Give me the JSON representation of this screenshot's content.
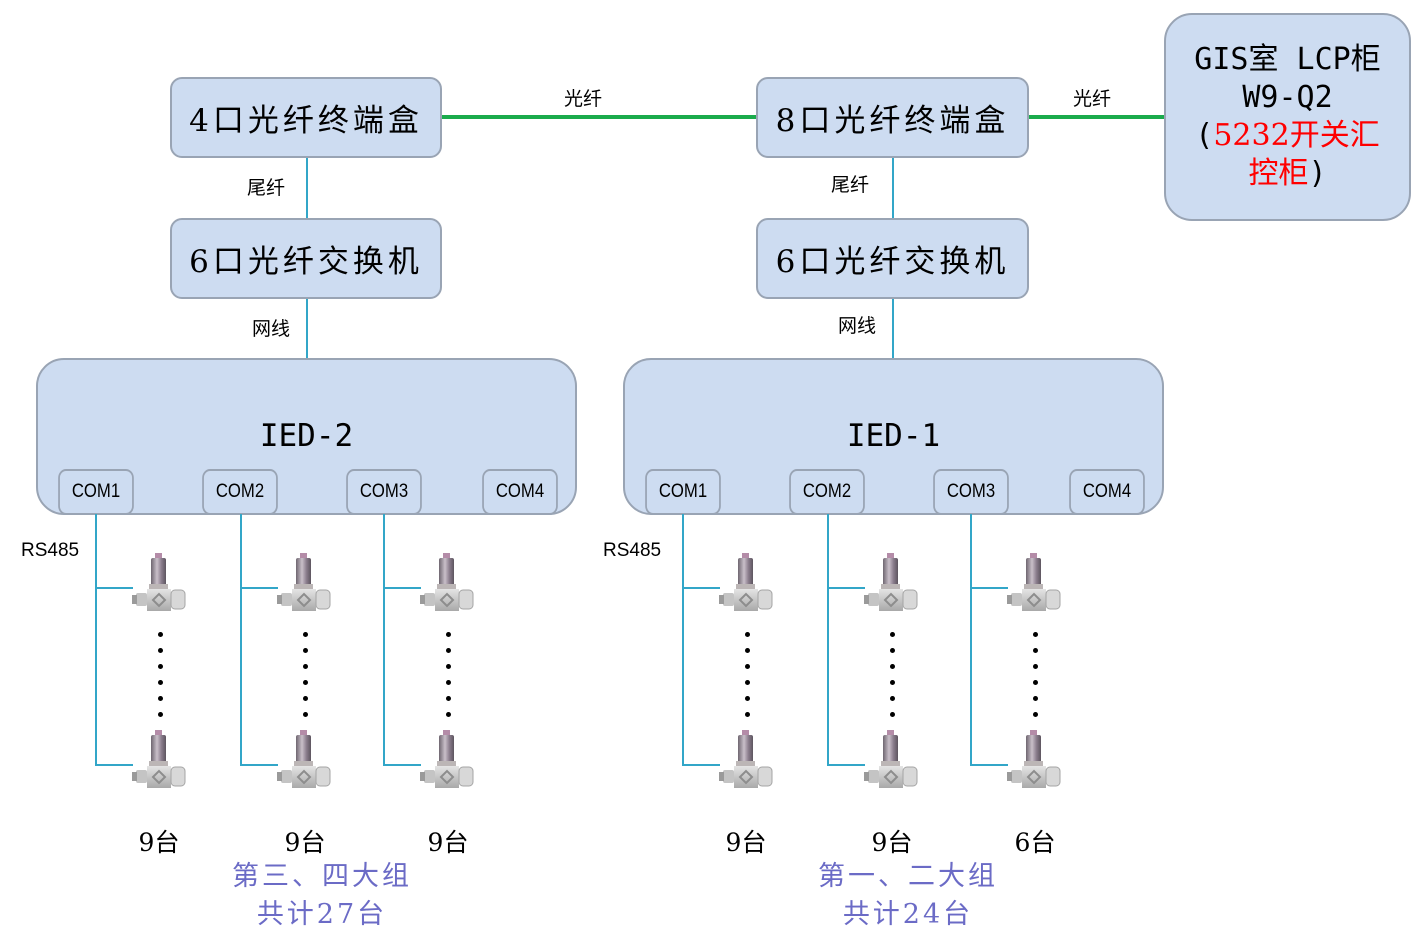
{
  "links": {
    "fiber_label_left": "光纤",
    "fiber_label_right": "光纤",
    "pigtail_label": "尾纤",
    "network_cable_label": "网线",
    "rs485_label": "RS485"
  },
  "colors": {
    "box_fill": "#cddcf1",
    "box_border": "#99a4b4",
    "fiber_line": "#1aab4c",
    "cable_line": "#32a6c8",
    "highlight_text": "#ff0000",
    "group_text": "#6b6bc6"
  },
  "gis_cabinet": {
    "line1": "GIS室 LCP柜",
    "line2": "W9-Q2",
    "line3_open": "(",
    "line3_red": "5232开关汇",
    "line4_red": "控柜",
    "line4_close": ")"
  },
  "left_branch": {
    "terminal_box": "4口光纤终端盒",
    "switch": "6口光纤交换机",
    "ied": {
      "name": "IED-2",
      "ports": [
        "COM1",
        "COM2",
        "COM3",
        "COM4"
      ]
    },
    "counts": [
      "9台",
      "9台",
      "9台"
    ],
    "group_line1": "第三、四大组",
    "group_line2": "共计27台"
  },
  "right_branch": {
    "terminal_box": "8口光纤终端盒",
    "switch": "6口光纤交换机",
    "ied": {
      "name": "IED-1",
      "ports": [
        "COM1",
        "COM2",
        "COM3",
        "COM4"
      ]
    },
    "counts": [
      "9台",
      "9台",
      "6台"
    ],
    "group_line1": "第一、二大组",
    "group_line2": "共计24台"
  },
  "icons": {
    "sensor": "density-relay-sensor-icon"
  }
}
